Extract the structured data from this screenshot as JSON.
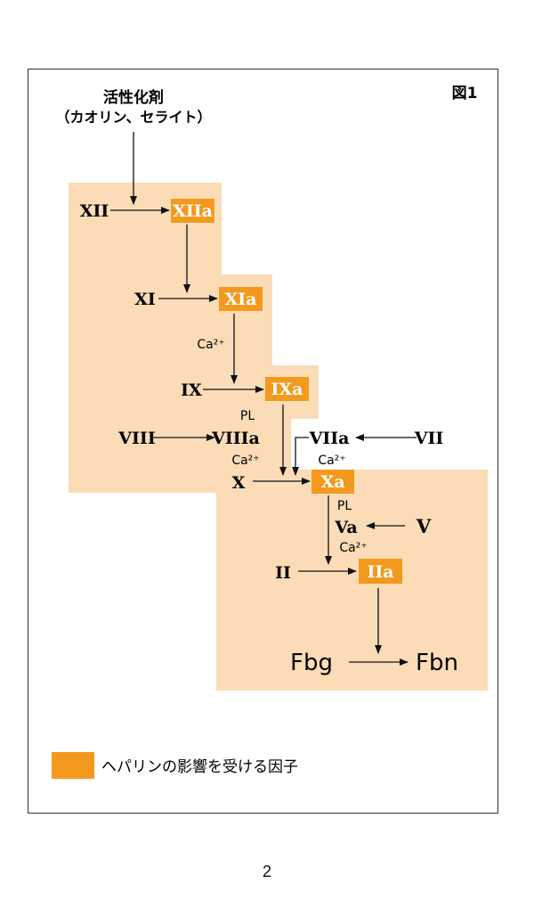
{
  "figure_label": "図1",
  "activator": {
    "line1": "活性化剤",
    "line2": "（カオリン、セライト）"
  },
  "factors": {
    "XII": "XII",
    "XIIa": "XIIa",
    "XI": "XI",
    "XIa": "XIa",
    "IX": "IX",
    "IXa": "IXa",
    "VIII": "VIII",
    "VIIIa": "VIIIa",
    "VII": "VII",
    "VIIa": "VIIa",
    "X": "X",
    "Xa": "Xa",
    "V": "V",
    "Va": "Va",
    "II": "II",
    "IIa": "IIa",
    "Fbg": "Fbg",
    "Fbn": "Fbn"
  },
  "cofactors": {
    "ca_1": "Ca²⁺",
    "pl_1": "PL",
    "ca_2": "Ca²⁺",
    "ca_3": "Ca²⁺",
    "pl_2": "PL",
    "ca_4": "Ca²⁺"
  },
  "legend": {
    "label": "ヘパリンの影響を受ける因子"
  },
  "colors": {
    "highlight_factor": "#f39a1e",
    "pathway_background": "#fbdcb7"
  },
  "page_number": "2"
}
